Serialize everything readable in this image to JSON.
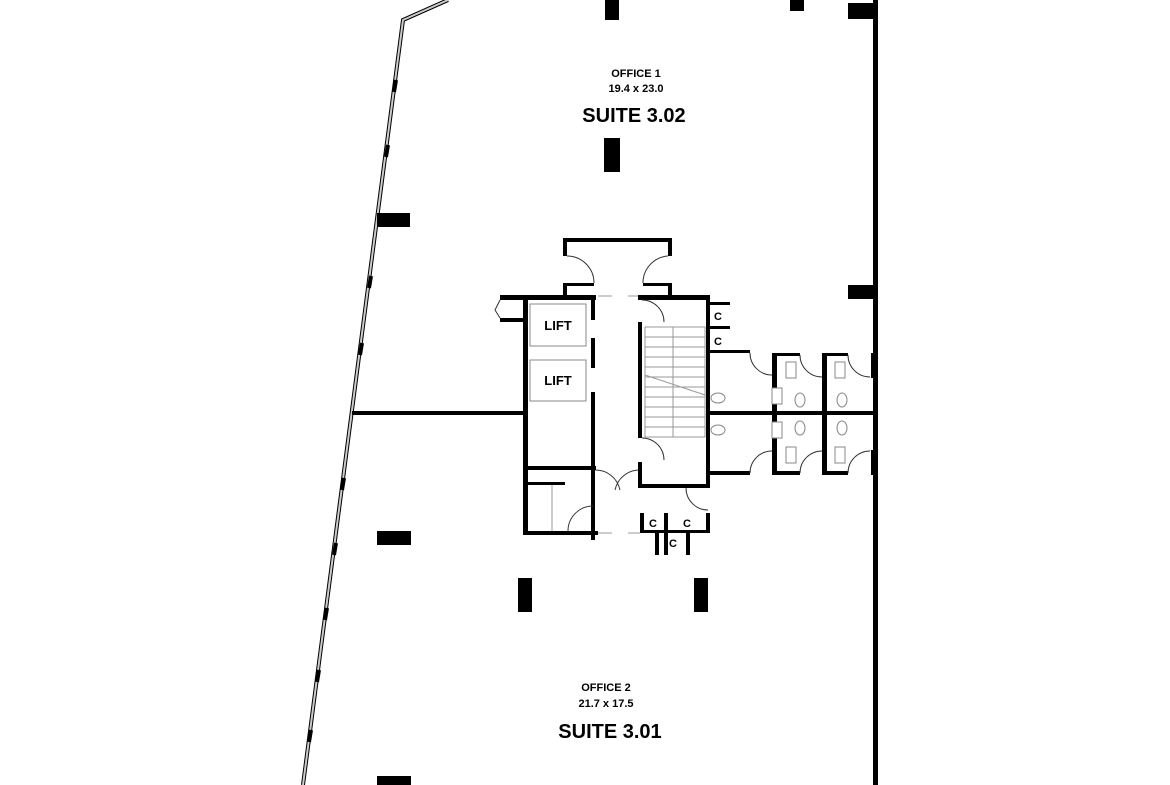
{
  "plan": {
    "office1": {
      "name": "OFFICE 1",
      "dims": "19.4 x 23.0",
      "suite": "SUITE 3.02"
    },
    "office2": {
      "name": "OFFICE 2",
      "dims": "21.7 x 17.5",
      "suite": "SUITE 3.01"
    },
    "lifts": [
      "LIFT",
      "LIFT"
    ],
    "cupboards": [
      "C",
      "C",
      "C",
      "C",
      "C"
    ]
  }
}
